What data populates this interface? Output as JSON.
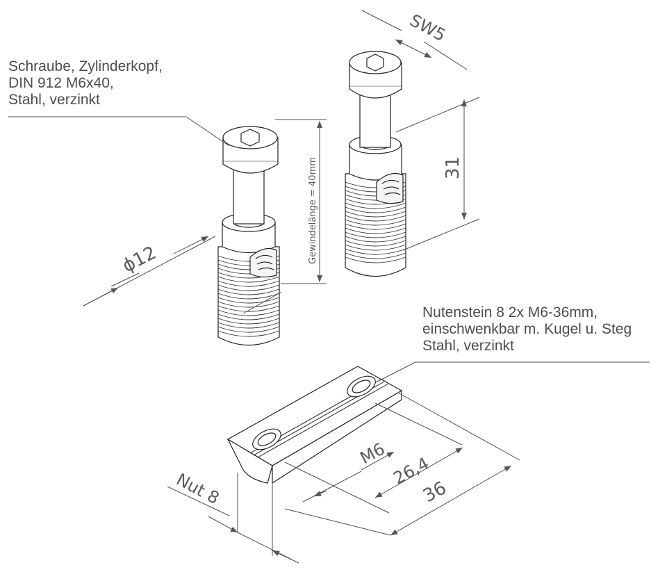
{
  "callouts": {
    "screw": {
      "lines": [
        "Schraube, Zylinderkopf,",
        "DIN 912 M6x40,",
        "Stahl, verzinkt"
      ]
    },
    "nut": {
      "lines": [
        "Nutenstein 8 2x M6-36mm,",
        "einschwenkbar m. Kugel u. Steg",
        "Stahl, verzinkt"
      ]
    }
  },
  "dimensions": {
    "sw": "SW5",
    "thread_length": "Gewindelänge = 40mm",
    "diameter": "ϕ12",
    "height": "31",
    "thread": "M6",
    "hole_spacing": "26,4",
    "length": "36",
    "slot": "Nut 8"
  },
  "colors": {
    "line": "#222222",
    "dim_line": "#4d4d4d",
    "text": "#4d4d4d",
    "fill": "#ffffff"
  }
}
